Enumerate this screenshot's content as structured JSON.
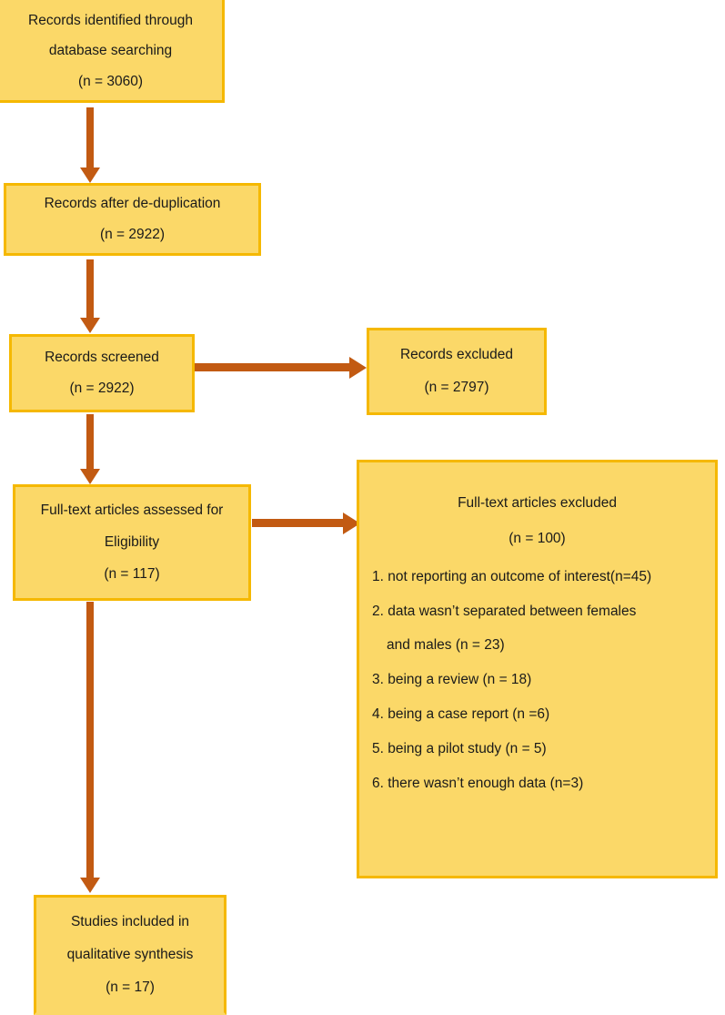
{
  "diagram": {
    "title": "PRISMA study selection flow diagram",
    "colors": {
      "box_fill": "#FBD868",
      "box_border": "#F5B800",
      "arrow": "#C25A12",
      "text": "#1a1a1a",
      "background": "#ffffff"
    }
  },
  "nodes": {
    "identified": {
      "name": "records-identified",
      "lines": [
        "Records identified through",
        "database searching",
        "(n = 3060)"
      ]
    },
    "dedup": {
      "name": "records-after-dedup",
      "lines": [
        "Records after de-duplication",
        "(n = 2922)"
      ]
    },
    "screened": {
      "name": "records-screened",
      "lines": [
        "Records screened",
        "(n = 2922)"
      ]
    },
    "excluded": {
      "name": "records-excluded",
      "lines": [
        "Records excluded",
        "(n = 2797)"
      ]
    },
    "fulltext": {
      "name": "full-text-assessed",
      "lines": [
        "Full-text articles assessed for",
        "Eligibility",
        "(n = 117)"
      ]
    },
    "reasons": {
      "name": "full-text-excluded-reasons",
      "header": [
        "Full-text articles excluded",
        "(n = 100)"
      ],
      "items": [
        {
          "text": "1. not reporting an outcome of interest(n=45)",
          "continuation": ""
        },
        {
          "text": "2. data wasn’t separated between females",
          "continuation": "and males (n = 23)"
        },
        {
          "text": "3. being a review (n = 18)",
          "continuation": ""
        },
        {
          "text": "4. being a case report (n =6)",
          "continuation": ""
        },
        {
          "text": "5. being a pilot study (n = 5)",
          "continuation": ""
        },
        {
          "text": "6. there wasn’t enough data (n=3)",
          "continuation": ""
        }
      ]
    },
    "bottom": {
      "name": "studies-included",
      "lines": [
        "Studies included in",
        "qualitative synthesis",
        "(n = 17)"
      ]
    }
  },
  "chart_data": {
    "type": "diagram",
    "title": "PRISMA flow of study selection",
    "stages": [
      {
        "label": "Records identified through database searching",
        "n": 3060
      },
      {
        "label": "Records after de-duplication",
        "n": 2922
      },
      {
        "label": "Records screened",
        "n": 2922
      },
      {
        "label": "Records excluded",
        "n": 2797
      },
      {
        "label": "Full-text articles assessed for Eligibility",
        "n": 117
      },
      {
        "label": "Full-text articles excluded",
        "n": 100
      },
      {
        "label": "Studies included in qualitative synthesis",
        "n": 17
      }
    ],
    "exclusion_reasons": [
      {
        "rank": 1,
        "reason": "not reporting an outcome of interest",
        "n": 45
      },
      {
        "rank": 2,
        "reason": "data wasn’t separated between females and males",
        "n": 23
      },
      {
        "rank": 3,
        "reason": "being a review",
        "n": 18
      },
      {
        "rank": 4,
        "reason": "being a case report",
        "n": 6
      },
      {
        "rank": 5,
        "reason": "being a pilot study",
        "n": 5
      },
      {
        "rank": 6,
        "reason": "there wasn’t enough data",
        "n": 3
      }
    ]
  }
}
